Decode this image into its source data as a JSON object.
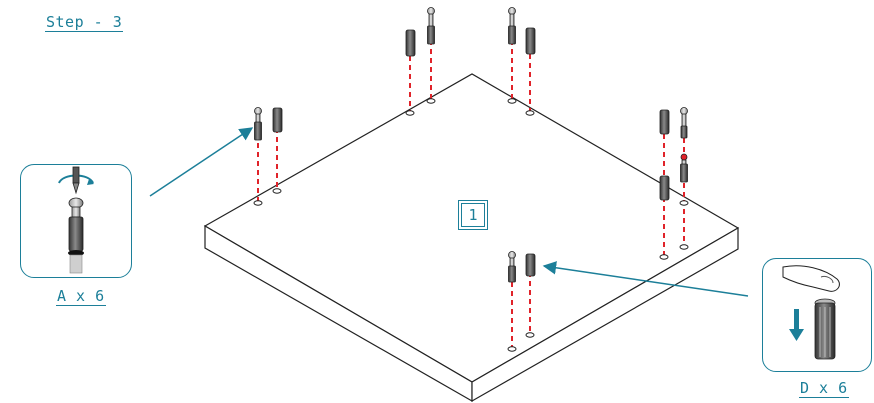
{
  "title": "Step - 3",
  "callouts": {
    "left_label": "A x 6",
    "right_label": "D x 6"
  },
  "panel": {
    "number": "1"
  },
  "icons": [
    "screwdriver-icon",
    "cam-bolt-icon",
    "wooden-dowel-icon",
    "finger-press-icon",
    "down-arrow-icon"
  ],
  "colors": {
    "accent": "#1c7f99",
    "guide_line": "#e0232a",
    "outline": "#222222"
  }
}
